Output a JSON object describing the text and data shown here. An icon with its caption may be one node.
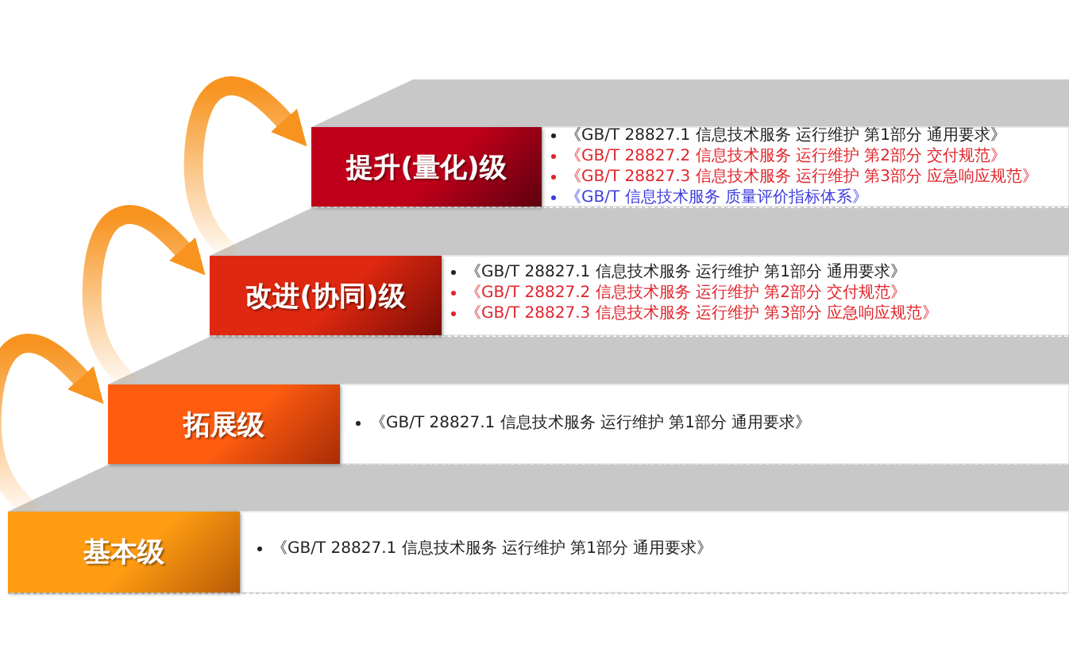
{
  "diagram": {
    "nodes": [
      {
        "text": [
          "提升(量化)级"
        ],
        "beside": [
          "《GB/T 28827.1 信息技术服务 运行维护 第1部分 通用要求》",
          "《GB/T 28827.2 信息技术服务 运行维护 第2部分 交付规范》",
          "《GB/T 28827.3 信息技术服务 运行维护 第3部分 应急响应规范》",
          "《GB/T 信息技术服务 质量评价指标体系》"
        ]
      },
      {
        "text": [
          "改进(协同)级"
        ],
        "beside": [
          "《GB/T 28827.1 信息技术服务 运行维护 第1部分 通用要求》",
          "《GB/T 28827.2 信息技术服务 运行维护 第2部分 交付规范》",
          "《GB/T 28827.3 信息技术服务 运行维护 第3部分 应急响应规范》"
        ]
      },
      {
        "text": [
          "拓展级"
        ],
        "beside": [
          "《GB/T 28827.1 信息技术服务 运行维护 第1部分 通用要求》"
        ]
      },
      {
        "text": [
          "基本级"
        ],
        "beside": [
          "《GB/T 28827.1 信息技术服务 运行维护 第1部分 通用要求》"
        ]
      }
    ],
    "edges": [
      {
        "from": 3,
        "to": 2,
        "arrow": "to"
      },
      {
        "from": 2,
        "to": 1,
        "arrow": "to"
      },
      {
        "from": 1,
        "to": 0,
        "arrow": "to"
      }
    ]
  }
}
